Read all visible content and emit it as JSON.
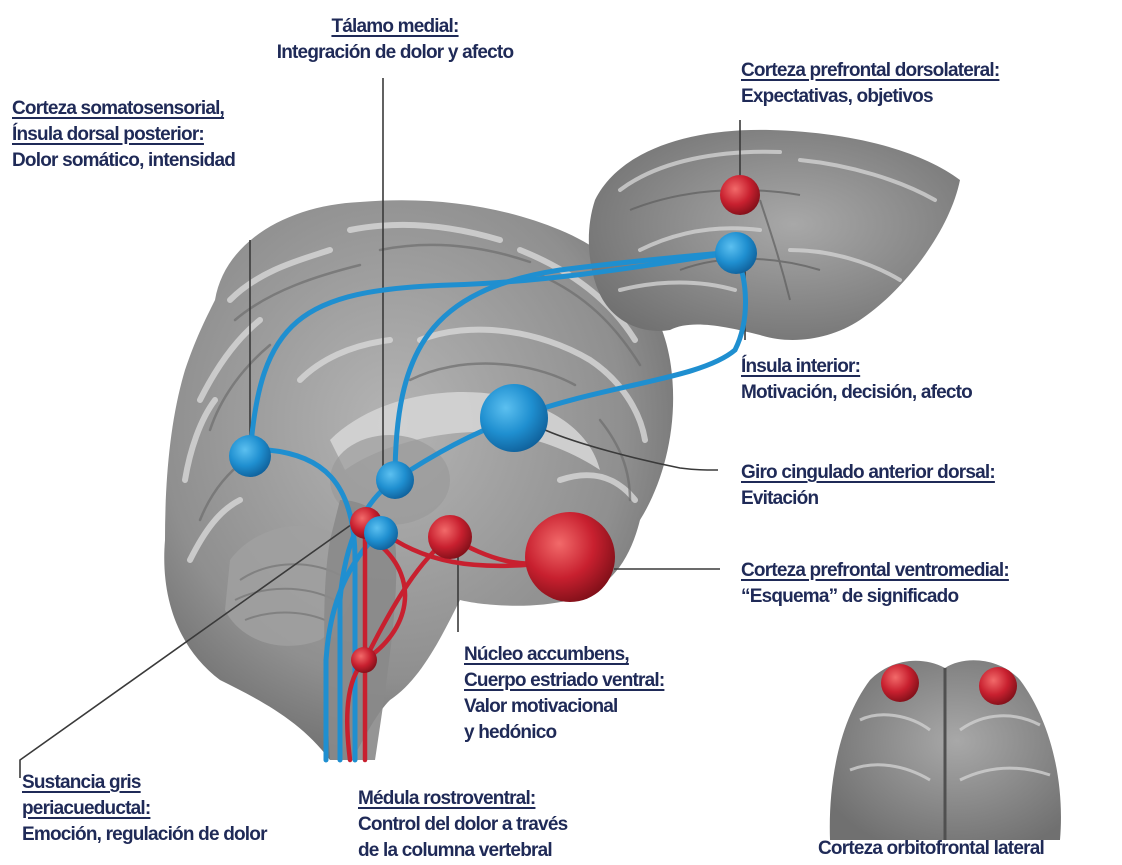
{
  "colors": {
    "pathway_blue": "#1f8fd0",
    "pathway_red": "#c8202f",
    "label_text": "#1f2a57",
    "brain_gray": "#8c8c8c"
  },
  "labels": {
    "medial_thalamus": {
      "title": "Tálamo medial:",
      "lines": [
        "Integración de dolor y afecto"
      ]
    },
    "dlpfc": {
      "title": "Corteza prefrontal dorsolateral:",
      "lines": [
        "Expectativas, objetivos"
      ]
    },
    "somatosensory": {
      "title_lines": [
        "Corteza somatosensorial,",
        "Ínsula dorsal posterior:"
      ],
      "lines": [
        "Dolor somático, intensidad"
      ]
    },
    "anterior_insula": {
      "title": "Ínsula interior:",
      "lines": [
        "Motivación, decisión, afecto"
      ]
    },
    "dacc": {
      "title": "Giro cingulado anterior dorsal:",
      "lines": [
        "Evitación"
      ]
    },
    "vmpfc": {
      "title": "Corteza prefrontal ventromedial:",
      "lines": [
        "“Esquema” de significado"
      ]
    },
    "nucleus_accumbens": {
      "title_lines": [
        "Núcleo accumbens,",
        "Cuerpo estriado ventral:"
      ],
      "lines": [
        "Valor motivacional",
        "y hedónico"
      ]
    },
    "pag": {
      "title_lines": [
        "Sustancia gris",
        "periacueductal:"
      ],
      "lines": [
        "Emoción, regulación de dolor"
      ]
    },
    "rvm": {
      "title": "Médula rostroventral:",
      "lines": [
        "Control del dolor a través",
        "de la columna vertebral"
      ]
    },
    "lofc": {
      "title": "Corteza orbitofrontal lateral"
    }
  }
}
